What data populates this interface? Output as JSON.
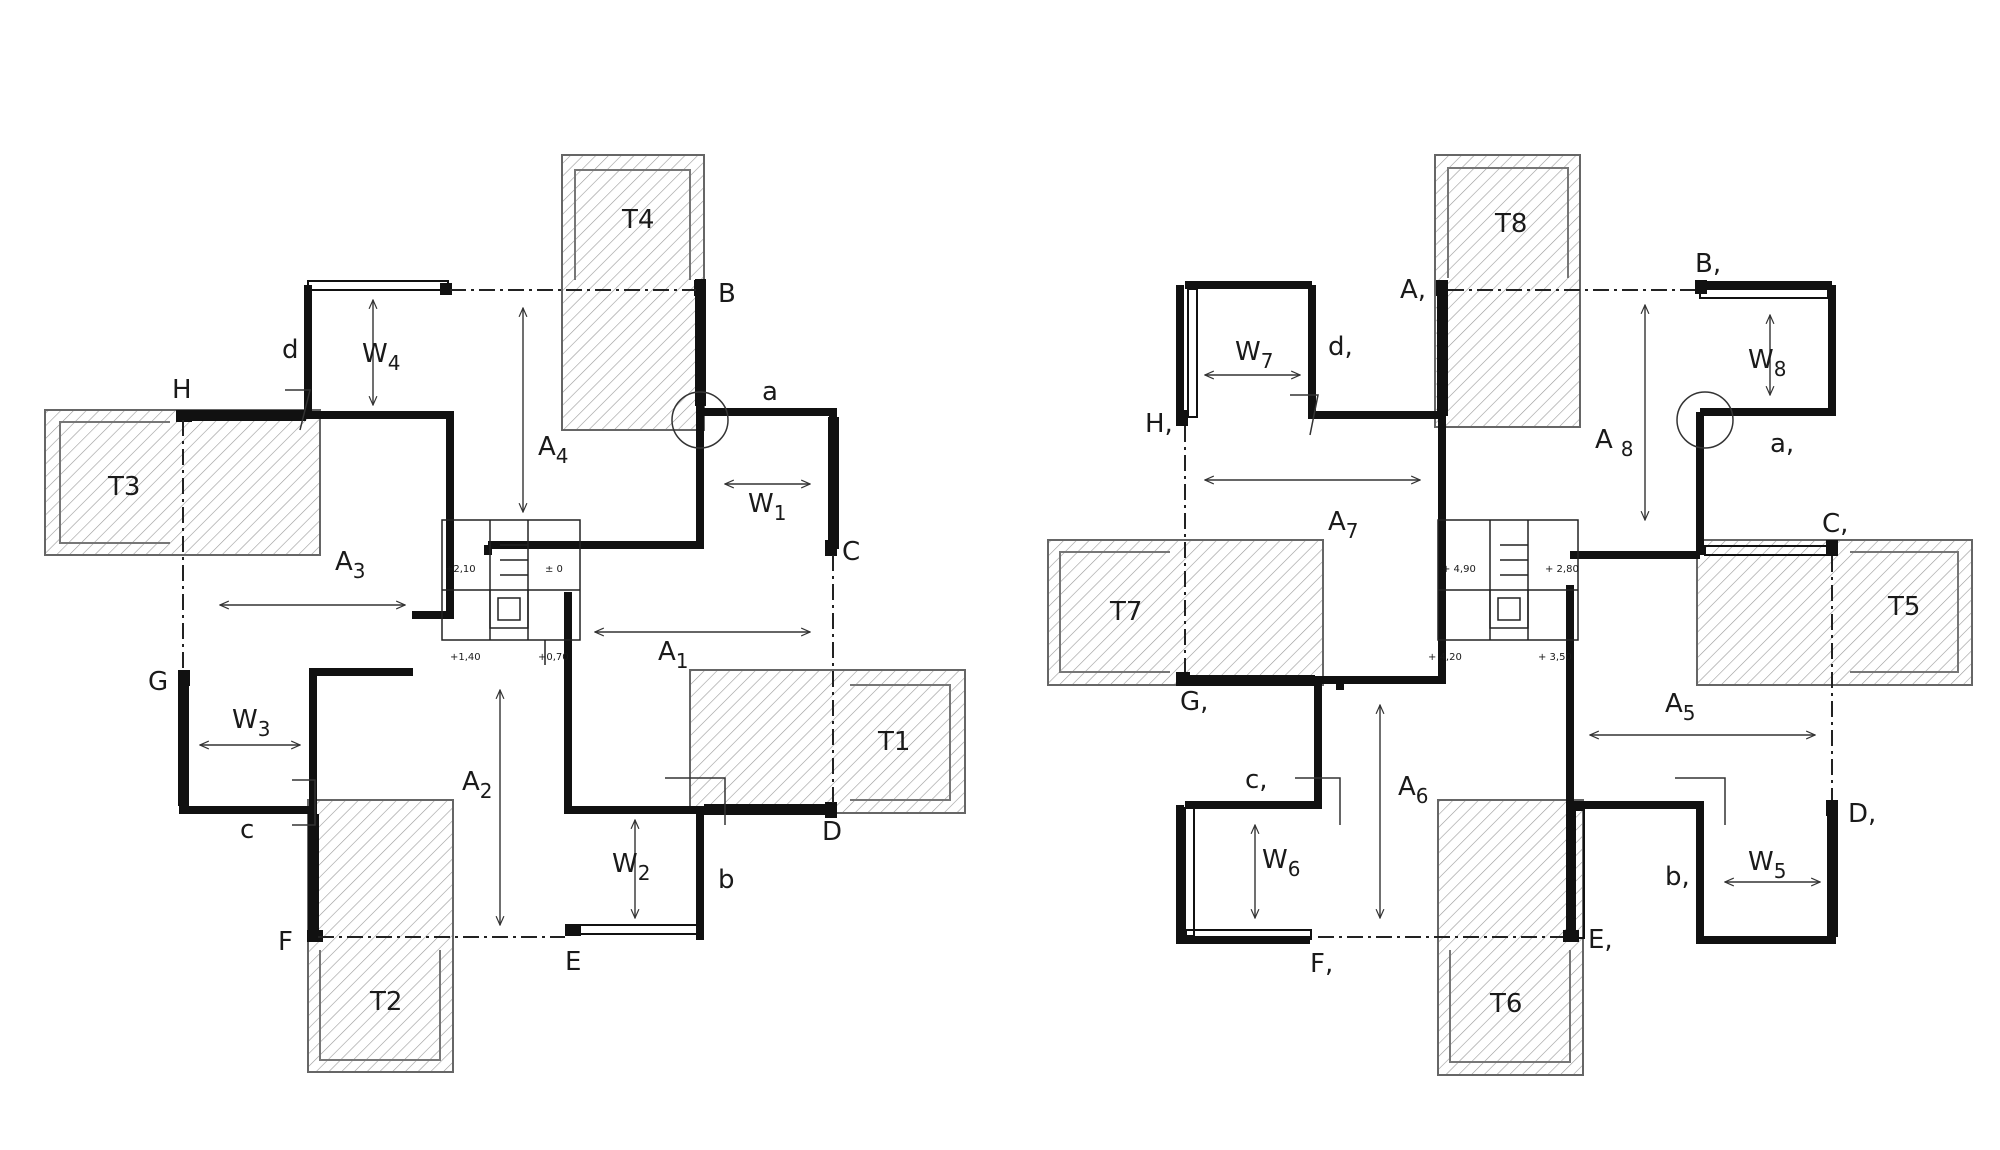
{
  "left_plan": {
    "terraces": [
      "T1",
      "T2",
      "T3",
      "T4"
    ],
    "living_areas": [
      {
        "main": "A",
        "sub": "1"
      },
      {
        "main": "A",
        "sub": "2"
      },
      {
        "main": "A",
        "sub": "3"
      },
      {
        "main": "A",
        "sub": "4"
      }
    ],
    "work_areas": [
      {
        "main": "W",
        "sub": "1"
      },
      {
        "main": "W",
        "sub": "2"
      },
      {
        "main": "W",
        "sub": "3"
      },
      {
        "main": "W",
        "sub": "4"
      }
    ],
    "corner_points": [
      "B",
      "C",
      "D",
      "E",
      "F",
      "G",
      "H"
    ],
    "door_marks": [
      "a",
      "b",
      "c",
      "d"
    ],
    "levels": [
      "+2,10",
      "± 0",
      "+1,40",
      "+0,70"
    ]
  },
  "right_plan": {
    "terraces": [
      "T5",
      "T6",
      "T7",
      "T8"
    ],
    "living_areas": [
      {
        "main": "A",
        "sub": "5"
      },
      {
        "main": "A",
        "sub": "6"
      },
      {
        "main": "A",
        "sub": "7"
      },
      {
        "main": "A",
        "sub": "8"
      }
    ],
    "work_areas": [
      {
        "main": "W",
        "sub": "5"
      },
      {
        "main": "W",
        "sub": "6"
      },
      {
        "main": "W",
        "sub": "7"
      },
      {
        "main": "W",
        "sub": "8"
      }
    ],
    "corner_points": [
      "A,",
      "B,",
      "C,",
      "D,",
      "E,",
      "F,",
      "G,",
      "H,"
    ],
    "door_marks": [
      "a,",
      "b,",
      "c,",
      "d,"
    ],
    "levels": [
      "+ 4,90",
      "+ 2,80",
      "+ 4,20",
      "+ 3,50"
    ]
  }
}
